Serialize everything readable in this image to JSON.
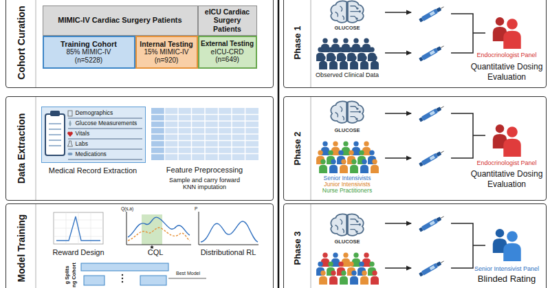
{
  "diagram": {
    "nodes": [
      {
        "text": [
          "Cohort Curation"
        ]
      },
      {
        "text": [
          "MIMIC-IV Cardiac Surgery Patients"
        ],
        "in": 0
      },
      {
        "text": [
          "eICU Cardiac Surgery Patients"
        ],
        "in": 0
      },
      {
        "text": [
          "Training Cohort",
          "85% MIMIC-IV",
          "(n=5228)"
        ],
        "in": 0
      },
      {
        "text": [
          "Internal Testing",
          "15% MIMIC-IV",
          "(n=920)"
        ],
        "in": 0
      },
      {
        "text": [
          "External Testing",
          "eICU-CRD",
          "(n=649)"
        ],
        "in": 0
      },
      {
        "text": [
          "Data Extraction"
        ]
      },
      {
        "text": [
          "Demographics",
          "Glucose Measurements",
          "Vitals",
          "Labs",
          "Medications",
          "Medical Record Extraction"
        ],
        "in": 6
      },
      {
        "text": [
          "Feature Preprocessing",
          "Sample and carry forward KNN imputation"
        ],
        "in": 6
      },
      {
        "text": [
          "Model Training"
        ]
      },
      {
        "text": [
          "Phase 1"
        ]
      },
      {
        "text": [
          "Phase 2"
        ]
      },
      {
        "text": [
          "Phase 3"
        ]
      }
    ],
    "labels": [
      "Q(s,a)",
      "P",
      "Reward Design",
      "CQL",
      "Distributional RL",
      "g Splits",
      "ng Cohort",
      "Best Model",
      "GLUCOSE",
      "Observed Clinical Data",
      "Endocrinologist Panel",
      "Quantitative Dosing Evaluation",
      "GLUCOSE",
      "Senior Intensivists",
      "Junior Intensivists",
      "Nurse Practitioners",
      "Endocrinologist Panel",
      "Quantitative Dosing Evaluation",
      "GLUCOSE",
      "Senior Intensivist Panel",
      "Blinded Rating"
    ]
  }
}
